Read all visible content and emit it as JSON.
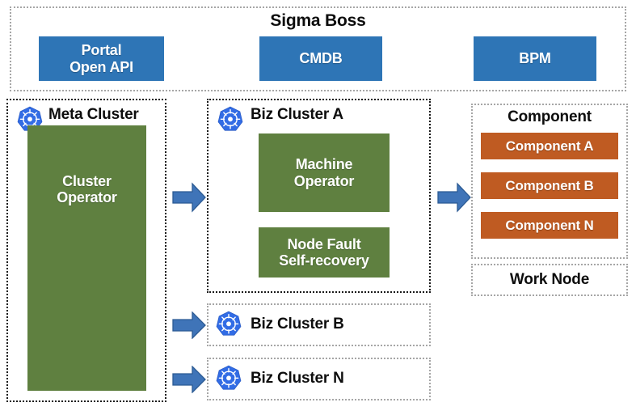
{
  "diagram": {
    "title": "Sigma Boss",
    "top_panel": {
      "label": "Sigma Boss",
      "boxes": [
        {
          "label": "Portal\nOpen API",
          "line1": "Portal",
          "line2": "Open API",
          "color": "#2e75b6"
        },
        {
          "label": "CMDB",
          "line1": "CMDB",
          "line2": "",
          "color": "#2e75b6"
        },
        {
          "label": "BPM",
          "line1": "BPM",
          "line2": "",
          "color": "#2e75b6"
        }
      ]
    },
    "meta_cluster": {
      "title": "Meta Cluster",
      "icon": "kubernetes-icon",
      "operator": {
        "line1": "Cluster",
        "line2": "Operator",
        "color": "#5f8040"
      }
    },
    "biz_cluster_a": {
      "title": "Biz Cluster A",
      "icon": "kubernetes-icon",
      "operators": [
        {
          "line1": "Machine",
          "line2": "Operator",
          "color": "#5f8040"
        },
        {
          "line1": "Node Fault",
          "line2": "Self-recovery",
          "color": "#5f8040"
        }
      ]
    },
    "biz_cluster_b": {
      "title": "Biz Cluster B",
      "icon": "kubernetes-icon"
    },
    "biz_cluster_n": {
      "title": "Biz Cluster N",
      "icon": "kubernetes-icon"
    },
    "component_panel": {
      "title": "Component",
      "items": [
        {
          "label": "Component A",
          "color": "#bf5b22"
        },
        {
          "label": "Component B",
          "color": "#bf5b22"
        },
        {
          "label": "Component N",
          "color": "#bf5b22"
        }
      ]
    },
    "work_node": {
      "title": "Work Node"
    },
    "arrows": [
      {
        "name": "arrow-meta-to-biz-a",
        "direction": "right",
        "color": "#3f74b8"
      },
      {
        "name": "arrow-meta-to-biz-b",
        "direction": "right",
        "color": "#3f74b8"
      },
      {
        "name": "arrow-meta-to-biz-n",
        "direction": "right",
        "color": "#3f74b8"
      },
      {
        "name": "arrow-biz-a-to-component",
        "direction": "right",
        "color": "#3f74b8"
      }
    ],
    "colors": {
      "blue": "#2e75b6",
      "green": "#5f8040",
      "orange": "#bf5b22",
      "arrow": "#3f74b8",
      "arrow_stroke": "#2c5b94",
      "k8s_blue": "#326ce5",
      "frame_dark": "#1a1a1a",
      "frame_gray": "#a6a6a6",
      "background": "#ffffff"
    }
  }
}
